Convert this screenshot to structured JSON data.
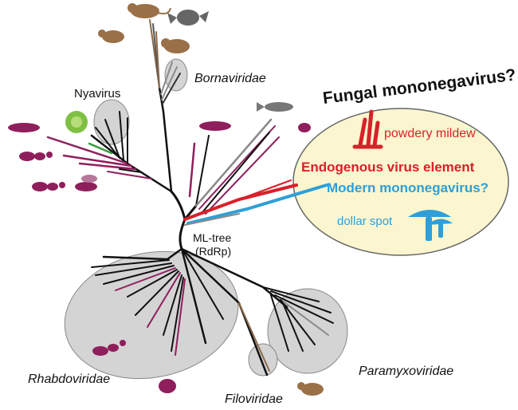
{
  "labels": {
    "bornaviridae": "Bornaviridae",
    "nyavirus": "Nyavirus",
    "rhabdoviridae": "Rhabdoviridae",
    "filoviridae": "Filoviridae",
    "paramyxoviridae": "Paramyxoviridae",
    "ml_tree": "ML-tree",
    "rdrp": "(RdRp)"
  },
  "inset": {
    "title": "Fungal mononegavirus?",
    "powdery_mildew": "powdery mildew",
    "endogenous": "Endogenous virus element",
    "modern": "Modern mononegavirus?",
    "dollar_spot": "dollar spot"
  },
  "colors": {
    "branch": "#111111",
    "grey_branch": "#8a8a8a",
    "purple": "#8e1f5c",
    "red": "#d9202a",
    "blue": "#2e9fd8",
    "green": "#3a9a3a",
    "brown": "#8b6a4a",
    "clade_fill": "#d4d4d4",
    "inset_fill": "#fbf6cf"
  },
  "icons": [
    "rodent-icon",
    "bat-icon",
    "ant-icon",
    "wasp-icon",
    "cabbage-icon",
    "caterpillar-icon",
    "fish-icon",
    "tick-icon",
    "mushroom-icon",
    "mildew-icon"
  ]
}
